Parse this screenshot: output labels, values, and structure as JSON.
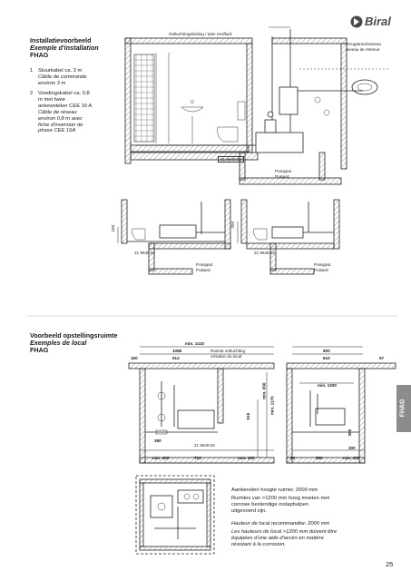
{
  "brand": {
    "name": "Biral"
  },
  "section1": {
    "title_nl": "Installatievoorbeeld",
    "title_fr": "Exemple d'installation",
    "model": "FHAG",
    "items": [
      {
        "num": "1",
        "nl": "Stuurkabel ca. 3 m",
        "fr": "Câble de commande environ 3 m"
      },
      {
        "num": "2",
        "nl": "Voedingskabel ca. 0,8 m met twee ankewsteker CEE 16 A",
        "fr": "Câble de réseau environ 0,8 m avec fiche d'inversion de phase CEE 16A"
      }
    ]
  },
  "diagram1": {
    "vent_label": "Ontluchtingsleiding / tube reniflard",
    "backflow_nl": "Terugstroomniveau",
    "backflow_fr": "Niveau de retenue",
    "part_no": "21 9649.02",
    "pump_nl": "Pompput",
    "pump_fr": "Puisard"
  },
  "diagram2": {
    "left": {
      "dim": "160",
      "part_no": "21 9649.02",
      "pump_nl": "Pompput",
      "pump_fr": "Puisard"
    },
    "right": {
      "dim": "250",
      "part_no": "21 9649.02",
      "pump_nl": "Pompput",
      "pump_fr": "Puisard"
    }
  },
  "section2": {
    "title_nl": "Voorbeeld opstellingsruimte",
    "title_fr": "Exemples de local",
    "model": "FHAG"
  },
  "diagram3": {
    "room_nl": "Ruimte ontluchting",
    "room_fr": "Aération du local",
    "left_dims": {
      "top": "min. 1410",
      "w1": "1086",
      "w2": "914",
      "left": "160",
      "h1": "515",
      "h2": "min. 650",
      "h3": "min. 1170",
      "b1": "380",
      "b2": "min. 400",
      "b3": "713",
      "b4": "min. 100"
    },
    "right_dims": {
      "top": "900",
      "w2": "610",
      "side": "97",
      "mid": "min. 1200",
      "b1": "50",
      "b2": "550",
      "b3": "min. 400",
      "r1": "300",
      "r2": "300"
    },
    "part_no": "21 9649.02"
  },
  "notes": {
    "nl1": "Aanbevolen hoogte ruimte: 2000 mm",
    "nl2": "Ruimtes van >1200 mm hoog moeten met corrosie bestendige instaphulpen uitgevoerd zijn.",
    "fr1": "Hauteur de local recommandée: 2000 mm",
    "fr2": "Les hauteurs de local >1200 mm doivent être équipées d'une aide d'accès en matière résistant à la corrosion."
  },
  "side_tab": "FHAG",
  "page_number": "25",
  "colors": {
    "tab": "#8c8c8c",
    "logo": "#4a4a4a"
  }
}
